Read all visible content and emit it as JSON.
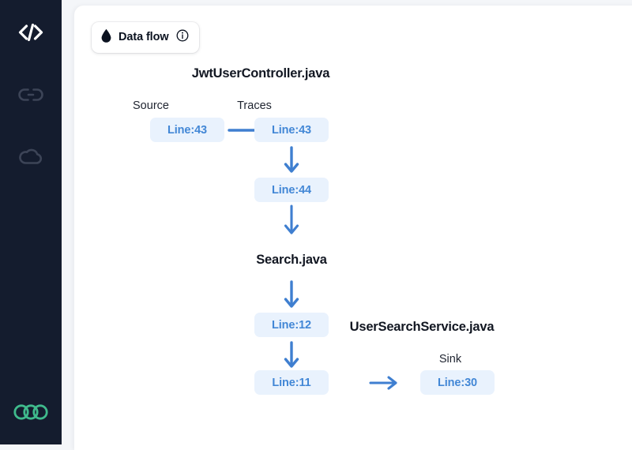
{
  "app": {
    "background_color": "#f4f6f9",
    "card_background": "#ffffff"
  },
  "sidebar": {
    "background_color": "#141c2e",
    "items": [
      {
        "name": "code-icon",
        "active": true,
        "color": "#ffffff"
      },
      {
        "name": "link-icon",
        "active": false,
        "color": "#3c4457"
      },
      {
        "name": "cloud-icon",
        "active": false,
        "color": "#3c4457"
      }
    ],
    "logo": {
      "name": "rings-logo",
      "color": "#3fba8c"
    }
  },
  "toolbar": {
    "flow_pill": {
      "label": "Data flow",
      "drop_icon": "water-drop-icon",
      "info_icon": "info-circle-icon",
      "drop_color": "#0b1220"
    }
  },
  "graph": {
    "accent_color": "#3f7fd0",
    "node_background": "#e9f2fd",
    "node_text_color": "#4287d6",
    "files": [
      {
        "title": "JwtUserController.java"
      },
      {
        "title": "Search.java"
      },
      {
        "title": "UserSearchService.java"
      }
    ],
    "column_labels": [
      {
        "text": "Source"
      },
      {
        "text": "Traces"
      },
      {
        "text": "Sink"
      }
    ],
    "nodes": [
      {
        "id": "source-43",
        "label": "Line:43",
        "file": "JwtUserController.java",
        "role": "Source"
      },
      {
        "id": "traces-43",
        "label": "Line:43",
        "file": "JwtUserController.java",
        "role": "Traces"
      },
      {
        "id": "traces-44",
        "label": "Line:44",
        "file": "JwtUserController.java",
        "role": "Traces"
      },
      {
        "id": "search-12",
        "label": "Line:12",
        "file": "Search.java",
        "role": "Traces"
      },
      {
        "id": "search-11",
        "label": "Line:11",
        "file": "Search.java",
        "role": "Traces"
      },
      {
        "id": "sink-30",
        "label": "Line:30",
        "file": "UserSearchService.java",
        "role": "Sink"
      }
    ],
    "edges": [
      {
        "from": "source-43",
        "to": "traces-43",
        "direction": "right"
      },
      {
        "from": "traces-43",
        "to": "traces-44",
        "direction": "down"
      },
      {
        "from": "traces-44",
        "to": "search-12",
        "direction": "down"
      },
      {
        "from": "search-12",
        "to": "search-11",
        "direction": "down"
      },
      {
        "from": "search-11",
        "to": "sink-30",
        "direction": "right"
      }
    ]
  }
}
